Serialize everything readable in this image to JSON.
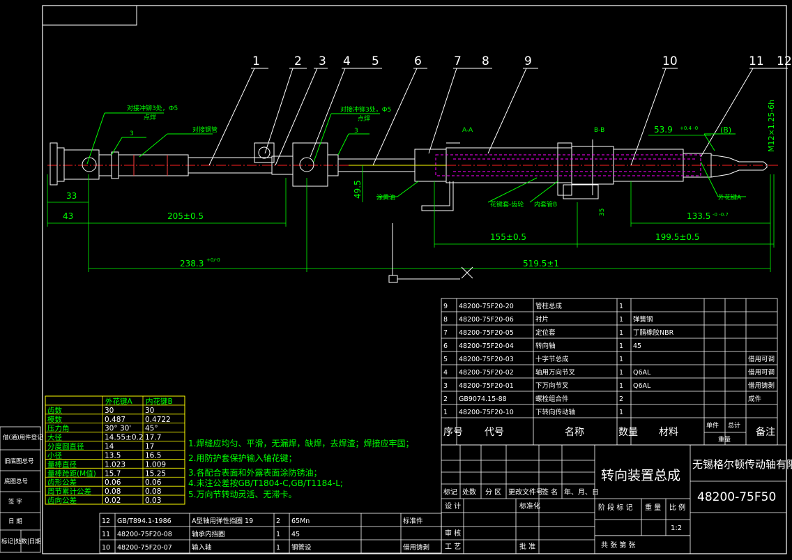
{
  "balloons": [
    "1",
    "2",
    "3",
    "4",
    "5",
    "6",
    "7",
    "8",
    "9",
    "10",
    "11",
    "12"
  ],
  "annotations": {
    "weld1": "对接冲铆3处，Ф5",
    "weld1b": "点焊",
    "tube_note": "对接钢管",
    "weld2": "对接冲铆3处，Ф5",
    "weld2b": "点焊",
    "ref3a": "3",
    "ref3b": "3",
    "sec_a": "A-A",
    "sec_b": "B-B",
    "grease": "涂黄油",
    "spline_sleeve": "花键套-齿轮",
    "bushing": "内套管B",
    "spline_shaft": "外花键A",
    "thread": "M12×1.25-6h",
    "b_mark": "(B)"
  },
  "dimensions": {
    "d33": "33",
    "d43": "43",
    "d205": "205±0.5",
    "d495": "49.5",
    "d238": "238.3",
    "d238_tol": "+0/-0",
    "d519": "519.5±1",
    "d155": "155±0.5",
    "d199": "199.5±0.5",
    "d539": "53.9",
    "d539_tol": "+0.4 -0",
    "d1335": "133.5",
    "d1335_tol": "-0 -0.7",
    "d35": "35"
  },
  "spline_table": {
    "headers": [
      "",
      "外花键A",
      "内花键B"
    ],
    "rows": [
      [
        "齿数",
        "30",
        "30"
      ],
      [
        "模数",
        "0.487",
        "0.4722"
      ],
      [
        "压力角",
        "30° 30'",
        "45°"
      ],
      [
        "大径",
        "14.55±0.2",
        "17.7"
      ],
      [
        "分度圆直径",
        "14",
        "17"
      ],
      [
        "小径",
        "13.5",
        "16.5"
      ],
      [
        "量棒直径",
        "1.023",
        "1.009"
      ],
      [
        "量棒跨距(M值)",
        "15.7",
        "15.25"
      ],
      [
        "齿形公差",
        "0.06",
        "0.06"
      ],
      [
        "周节累计公差",
        "0.08",
        "0.08"
      ],
      [
        "齿向公差",
        "0.02",
        "0.03"
      ]
    ]
  },
  "notes": [
    "1.焊缝应均匀、平滑，无漏焊，缺焊，去焊渣；焊接应牢固；",
    "2.用防护套保护输入轴花键；",
    "3.各配合表面和外露表面涂防锈油；",
    "4.未注公差按GB/T1804-C,GB/T1184-L;",
    "5.万向节转动灵活、无滞卡。"
  ],
  "left_stamp": [
    "借(通)用件登记",
    "旧底图总号",
    "底图总号",
    "签 字",
    "日 期",
    "标记|处数|日期"
  ],
  "bom_upper": [
    [
      "9",
      "48200-75F20-20",
      "管柱总成",
      "1",
      "",
      "",
      "",
      ""
    ],
    [
      "8",
      "48200-75F20-06",
      "衬片",
      "1",
      "弹簧钢",
      "",
      "",
      ""
    ],
    [
      "7",
      "48200-75F20-05",
      "定位套",
      "1",
      "丁腈橡胶NBR",
      "",
      "",
      ""
    ],
    [
      "6",
      "48200-75F20-04",
      "转向轴",
      "1",
      "45",
      "",
      "",
      ""
    ],
    [
      "5",
      "48200-75F20-03",
      "十字节总成",
      "1",
      "",
      "",
      "",
      "借用可调"
    ],
    [
      "4",
      "48200-75F20-02",
      "轴用万向节叉",
      "1",
      "Q6AL",
      "",
      "",
      "借用可调"
    ],
    [
      "3",
      "48200-75F20-01",
      "下万向节叉",
      "1",
      "Q6AL",
      "",
      "",
      "借用铸剥"
    ],
    [
      "2",
      "GB9074.15-88",
      "螺栓组合件",
      "2",
      "",
      "",
      "",
      "成件"
    ],
    [
      "1",
      "48200-75F20-10",
      "下转向传动轴",
      "1",
      "",
      "",
      "",
      ""
    ]
  ],
  "bom_header": [
    "序号",
    "代号",
    "名称",
    "数量",
    "材料",
    "单件",
    "总计",
    "备注",
    "重量"
  ],
  "bom_lower": [
    [
      "12",
      "GB/T894.1-1986",
      "A型轴用弹性挡圈 19",
      "2",
      "65Mn",
      "",
      "标准件"
    ],
    [
      "11",
      "48200-75F20-08",
      "轴承内挡圈",
      "1",
      "45",
      "",
      ""
    ],
    [
      "10",
      "48200-75F20-07",
      "输入轴",
      "1",
      "钢管设",
      "",
      "借用铸剥"
    ]
  ],
  "title_block": {
    "title": "转向装置总成",
    "company": "无锡格尔顿传动轴有限公司",
    "drawing_no": "48200-75F50",
    "rev_headers": [
      "标记",
      "处数",
      "分 区",
      "更改文件号",
      "签 名",
      "年、月、日"
    ],
    "design": "设 计",
    "standard": "标准化",
    "check": "审 核",
    "process": "工 艺",
    "approve": "批 准",
    "stage": "阶 段 标 记",
    "weight": "重 量",
    "scale_lbl": "比 例",
    "scale": "1:2",
    "sheets": "共     张   第     张"
  }
}
